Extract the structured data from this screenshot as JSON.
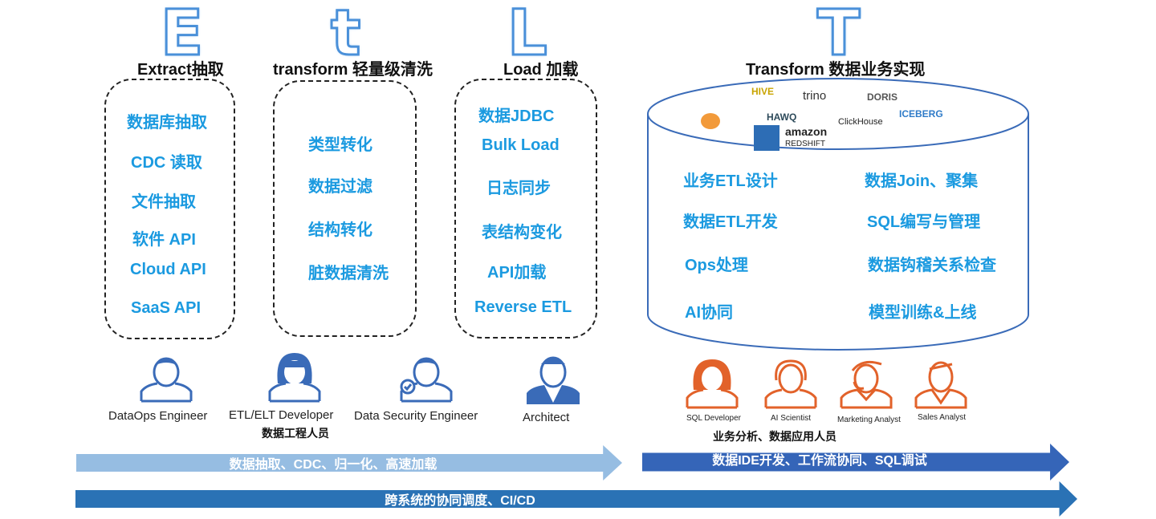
{
  "letters": {
    "e": "E",
    "t": "t",
    "l": "L",
    "T": "T"
  },
  "extract": {
    "title": "Extract抽取",
    "items": [
      "数据库抽取",
      "CDC 读取",
      "文件抽取",
      "软件 API",
      "Cloud API",
      "SaaS API"
    ]
  },
  "transform_light": {
    "title": "transform 轻量级清洗",
    "items": [
      "类型转化",
      "数据过滤",
      "结构转化",
      "脏数据清洗"
    ]
  },
  "load": {
    "title": "Load 加载",
    "items": [
      "数据JDBC",
      "Bulk Load",
      "日志同步",
      "表结构变化",
      "API加载",
      "Reverse ETL"
    ]
  },
  "transform": {
    "title": "Transform 数据业务实现",
    "items_left": [
      "业务ETL设计",
      "数据ETL开发",
      "Ops处理",
      "AI协同"
    ],
    "items_right": [
      "数据Join、聚集",
      "SQL编写与管理",
      "数据钩稽关系检查",
      "模型训练&上线"
    ],
    "logos": [
      "HIVE",
      "trino",
      "DORIS",
      "ICEBERG",
      "HAWQ",
      "ClickHouse",
      "amazon",
      "REDSHIFT"
    ]
  },
  "roles_left": {
    "people": [
      "DataOps Engineer",
      "ETL/ELT Developer",
      "Data Security Engineer",
      "Architect"
    ],
    "group": "数据工程人员"
  },
  "roles_right": {
    "people": [
      "SQL Developer",
      "AI Scientist",
      "Marketing Analyst",
      "Sales Analyst"
    ],
    "group": "业务分析、数据应用人员"
  },
  "arrows": {
    "a1": "数据抽取、CDC、归一化、高速加载",
    "a2": "数据IDE开发、工作流协同、SQL调试",
    "a3": "跨系统的协同调度、CI/CD"
  },
  "colors": {
    "item": "#1b9ae0",
    "person_blue": "#3a6bb8",
    "person_orange": "#e2622a"
  }
}
